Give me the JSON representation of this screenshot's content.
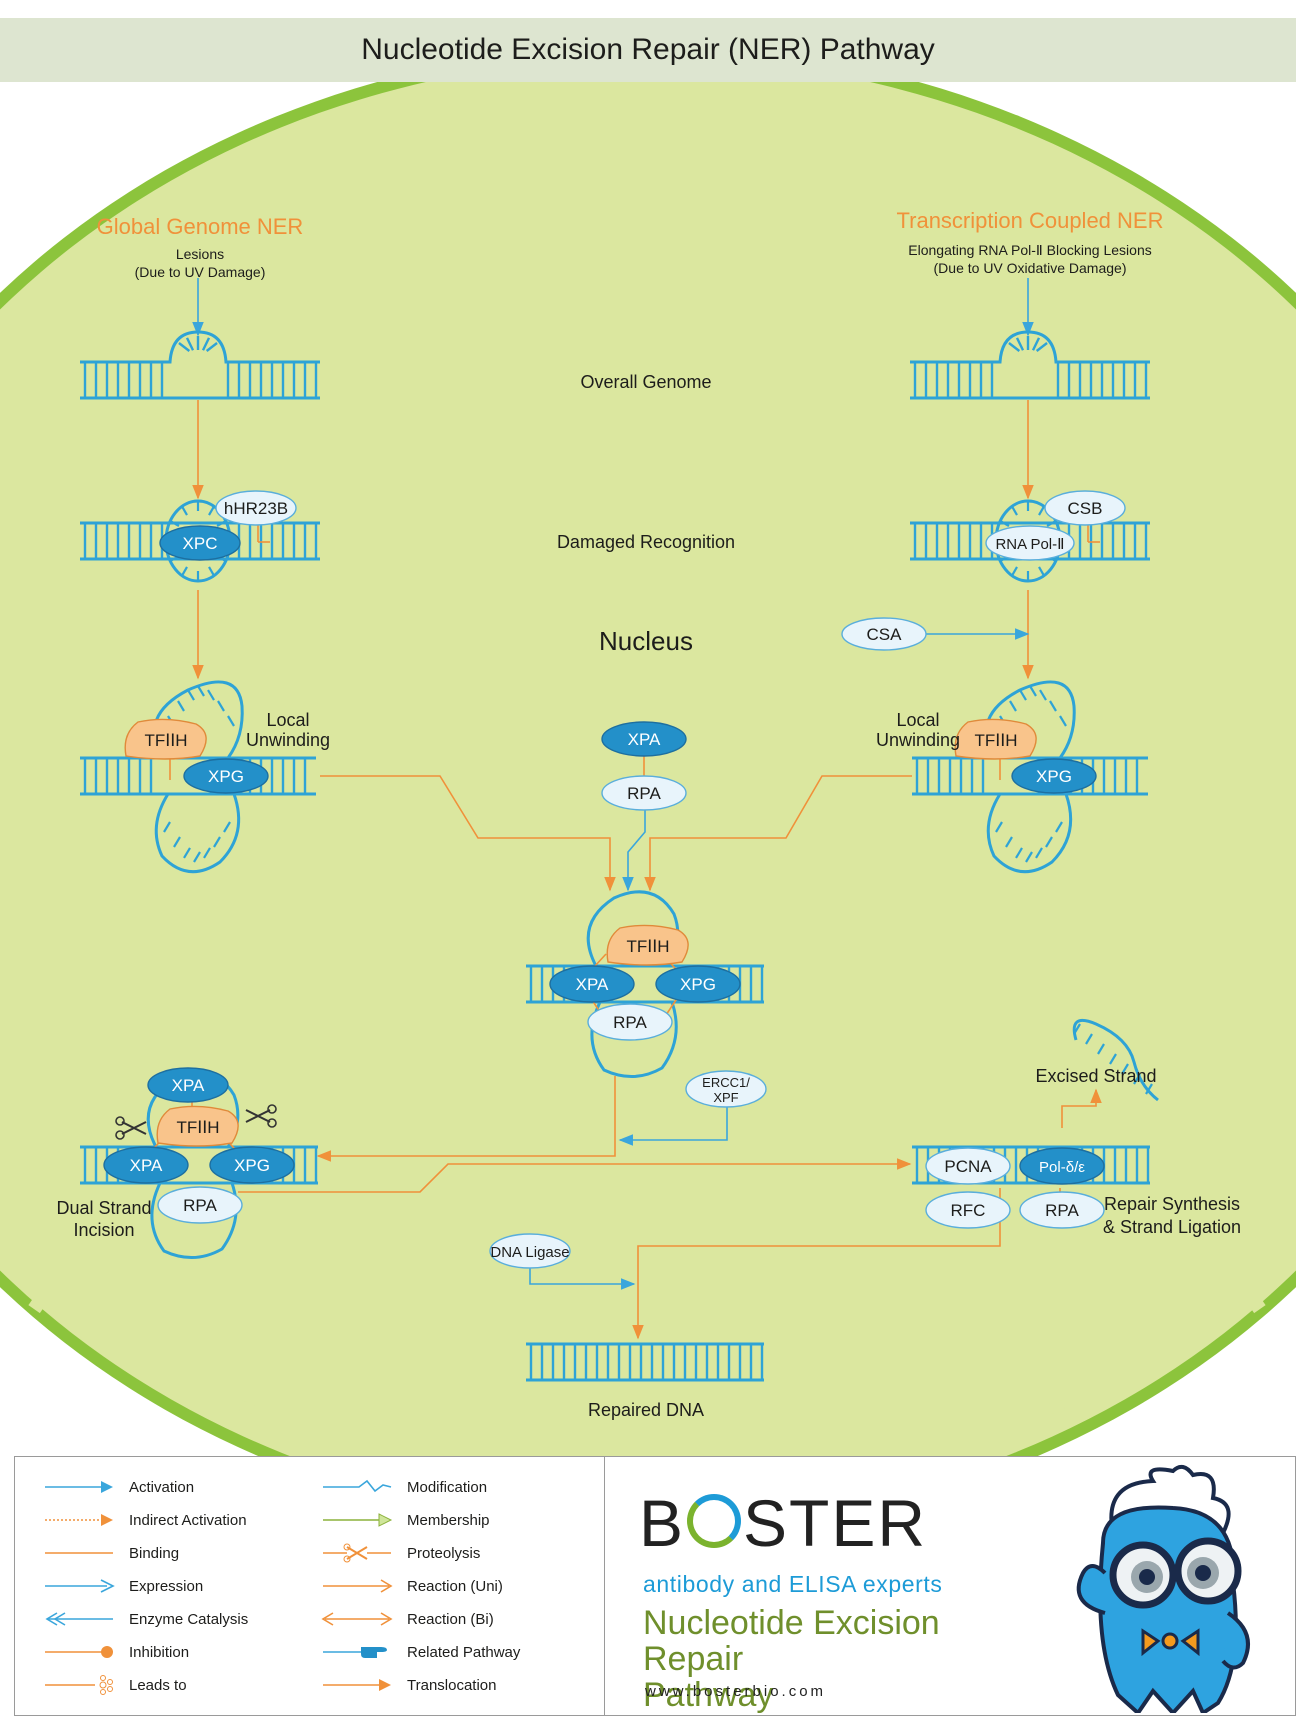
{
  "header": {
    "title": "Nucleotide Excision Repair (NER) Pathway"
  },
  "diagram": {
    "compartment": "Nucleus",
    "row_labels": {
      "overall_genome": "Overall Genome",
      "damaged_recognition": "Damaged Recognition",
      "repaired_dna": "Repaired DNA"
    },
    "global": {
      "title": "Global Genome NER",
      "lesion_line1": "Lesions",
      "lesion_line2": "(Due to UV Damage)",
      "local_unwinding_1": "Local",
      "local_unwinding_2": "Unwinding"
    },
    "transcription": {
      "title": "Transcription Coupled NER",
      "lesion_line1": "Elongating RNA Pol-Ⅱ Blocking Lesions",
      "lesion_line2": "(Due to UV Oxidative Damage)",
      "local_unwinding_1": "Local",
      "local_unwinding_2": "Unwinding"
    },
    "proteins": {
      "xpc": "XPC",
      "hhr23b": "hHR23B",
      "csb": "CSB",
      "rna_pol": "RNA Pol-Ⅱ",
      "csa": "CSA",
      "tfiih": "TFⅠⅠH",
      "xpg": "XPG",
      "xpa": "XPA",
      "rpa": "RPA",
      "ercc1_1": "ERCC1/",
      "ercc1_2": "XPF",
      "pcna": "PCNA",
      "pol": "Pol-δ/ε",
      "rfc": "RFC",
      "dna_ligase": "DNA Ligase"
    },
    "steps": {
      "dual_1": "Dual Strand",
      "dual_2": "Incision",
      "excised": "Excised Strand",
      "repair_1": "Repair Synthesis",
      "repair_2": "& Strand Ligation"
    },
    "colors": {
      "nucleus_fill": "#dbe79f",
      "membrane": "#8cc43c",
      "dna": "#2ea3d6",
      "protein_dark": "#2390c9",
      "protein_light": "#e8f4fb",
      "tfiih": "#f9c48b",
      "arrow_orange": "#f0913a",
      "arrow_blue": "#3aa6dc",
      "heading_orange": "#f0913a"
    }
  },
  "legend": {
    "col1": [
      "Activation",
      "Indirect Activation",
      "Binding",
      "Expression",
      "Enzyme Catalysis",
      "Inhibition",
      "Leads to"
    ],
    "col2": [
      "Modification",
      "Membership",
      "Proteolysis",
      "Reaction (Uni)",
      "Reaction (Bi)",
      "Related Pathway",
      "Translocation"
    ]
  },
  "brand": {
    "logo_left": "B",
    "logo_right": "STER",
    "tagline": "antibody and ELISA experts",
    "title_line1": "Nucleotide Excision Repair",
    "title_line2": "Pathway",
    "url": "www.bosterbio.com"
  }
}
